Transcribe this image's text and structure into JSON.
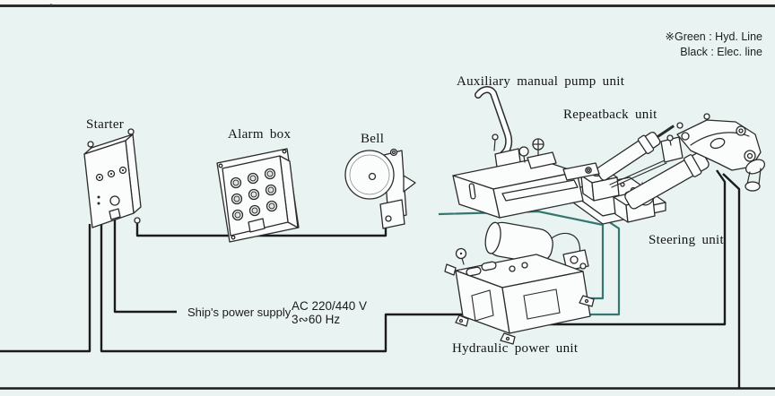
{
  "legend": {
    "green_line": "※Green : Hyd. Line",
    "black_line": "Black : Elec. line"
  },
  "labels": {
    "starter": "Starter",
    "alarm_box": "Alarm box",
    "bell": "Bell",
    "aux_pump": "Auxiliary manual pump unit",
    "repeatback": "Repeatback unit",
    "steering": "Steering unit",
    "hydraulic": "Hydraulic power unit"
  },
  "power_supply": {
    "label": "Ship's power supply",
    "voltage": "AC 220/440 V",
    "frequency": "3∾60 Hz"
  },
  "colors": {
    "hydraulic_line": "#35776f",
    "electric_line": "#1b1b1e",
    "background": "#e9f4f2"
  }
}
